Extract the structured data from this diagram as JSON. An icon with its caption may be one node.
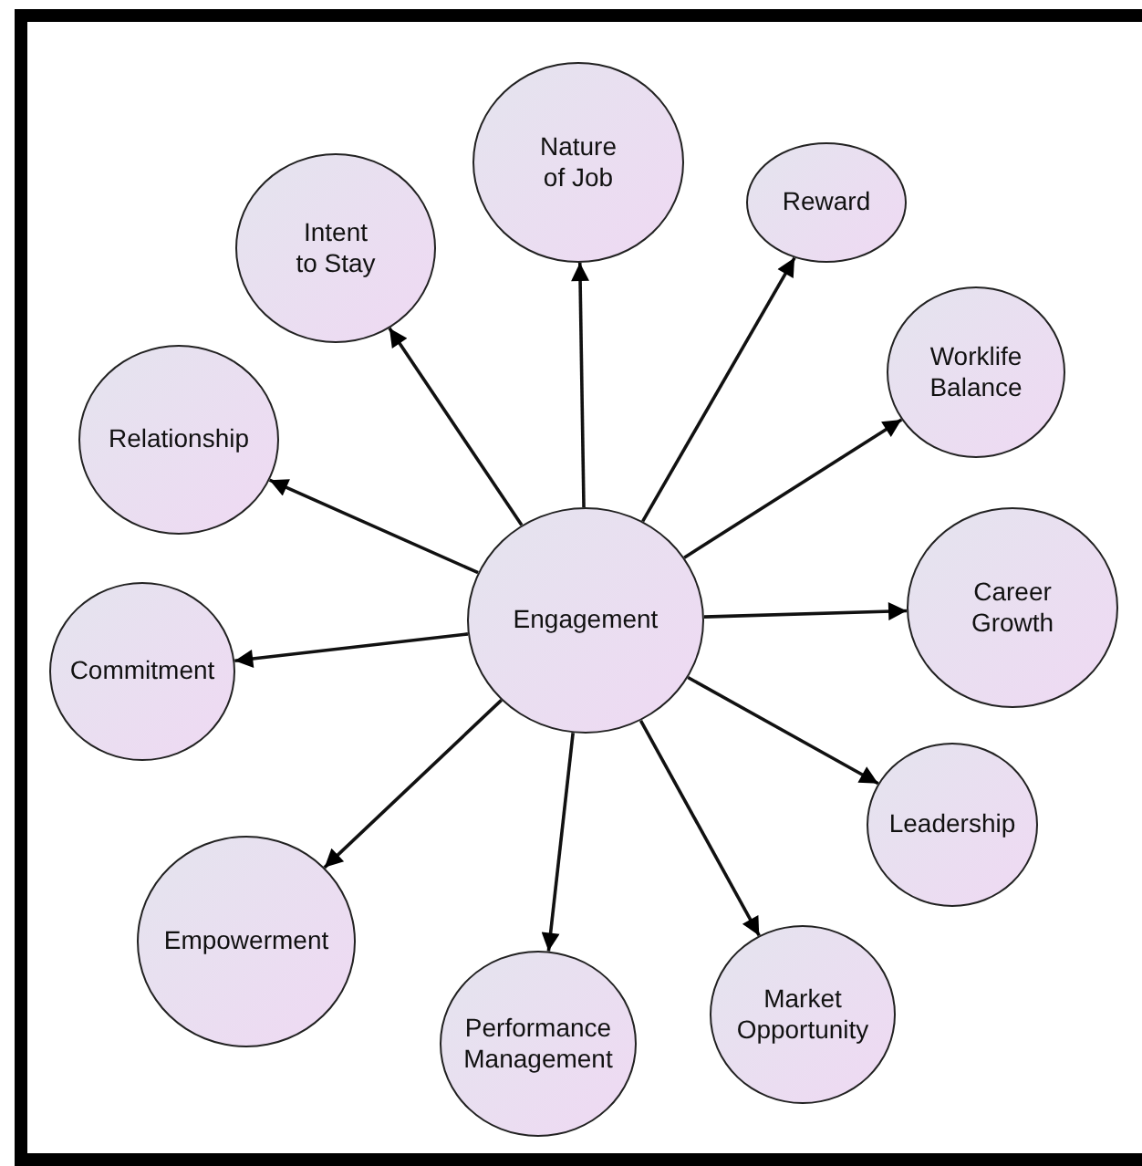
{
  "diagram": {
    "nodes": [
      {
        "text": [
          "Engagement"
        ]
      },
      {
        "text": [
          "Nature of Job"
        ]
      },
      {
        "text": [
          "Intent to Stay"
        ]
      },
      {
        "text": [
          "Reward"
        ]
      },
      {
        "text": [
          "Worklife Balance"
        ]
      },
      {
        "text": [
          "Relationship"
        ]
      },
      {
        "text": [
          "Career Growth"
        ]
      },
      {
        "text": [
          "Commitment"
        ]
      },
      {
        "text": [
          "Leadership"
        ]
      },
      {
        "text": [
          "Empowerment"
        ]
      },
      {
        "text": [
          "Market Opportunity"
        ]
      },
      {
        "text": [
          "Performance Management"
        ]
      }
    ],
    "edges": [
      {
        "from": 0,
        "to": 1,
        "arrow": "to"
      },
      {
        "from": 0,
        "to": 2,
        "arrow": "to"
      },
      {
        "from": 0,
        "to": 3,
        "arrow": "to"
      },
      {
        "from": 0,
        "to": 4,
        "arrow": "to"
      },
      {
        "from": 0,
        "to": 5,
        "arrow": "to"
      },
      {
        "from": 0,
        "to": 6,
        "arrow": "to"
      },
      {
        "from": 0,
        "to": 7,
        "arrow": "to"
      },
      {
        "from": 0,
        "to": 8,
        "arrow": "to"
      },
      {
        "from": 0,
        "to": 9,
        "arrow": "to"
      },
      {
        "from": 0,
        "to": 10,
        "arrow": "to"
      },
      {
        "from": 0,
        "to": 11,
        "arrow": "to"
      }
    ]
  }
}
